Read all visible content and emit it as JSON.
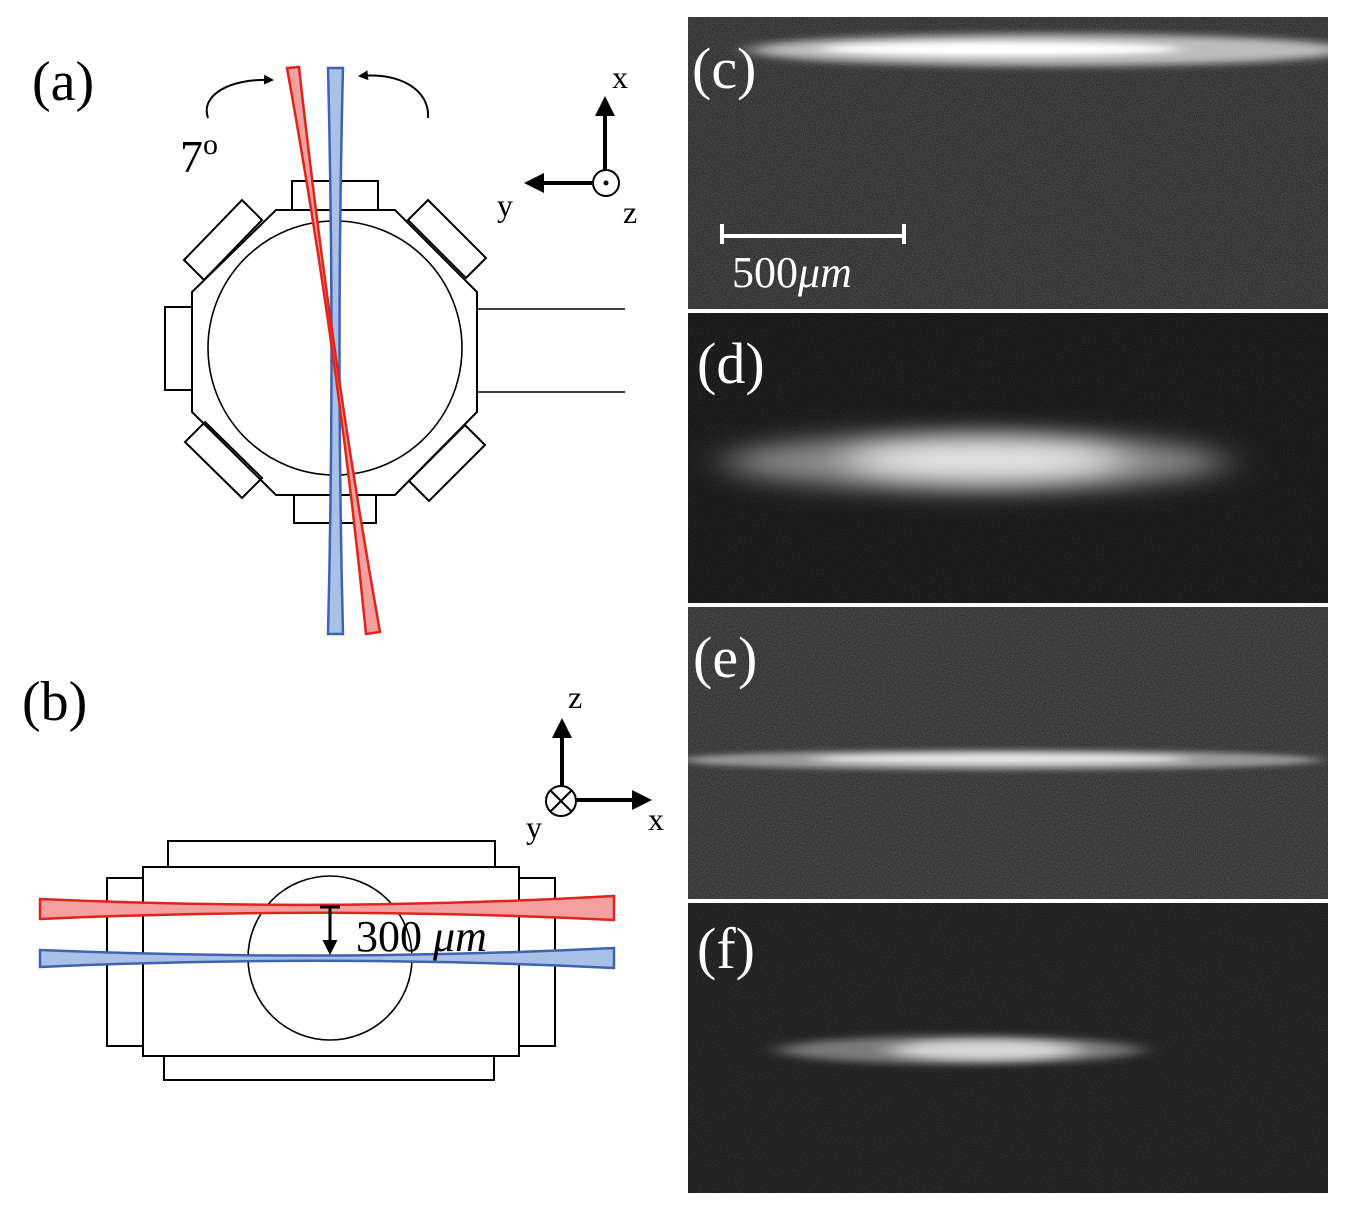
{
  "panels": {
    "a": {
      "label": "(a)",
      "angle": "7",
      "angle_sup": "o",
      "axes": {
        "up": "x",
        "left": "y",
        "out": "z"
      }
    },
    "b": {
      "label": "(b)",
      "offset": "300 ",
      "axes": {
        "up": "z",
        "right": "x",
        "in": "y"
      }
    },
    "c": {
      "label": "(c)",
      "scalebar": "500"
    },
    "d": {
      "label": "(d)"
    },
    "e": {
      "label": "(e)"
    },
    "f": {
      "label": "(f)"
    }
  },
  "units": {
    "micro": "μ",
    "meter": "m"
  },
  "colors": {
    "red_beam": "#e0241b",
    "red_fill": "#f4a0a0",
    "blue_beam": "#3f63b1",
    "blue_fill": "#a9c1e6"
  }
}
